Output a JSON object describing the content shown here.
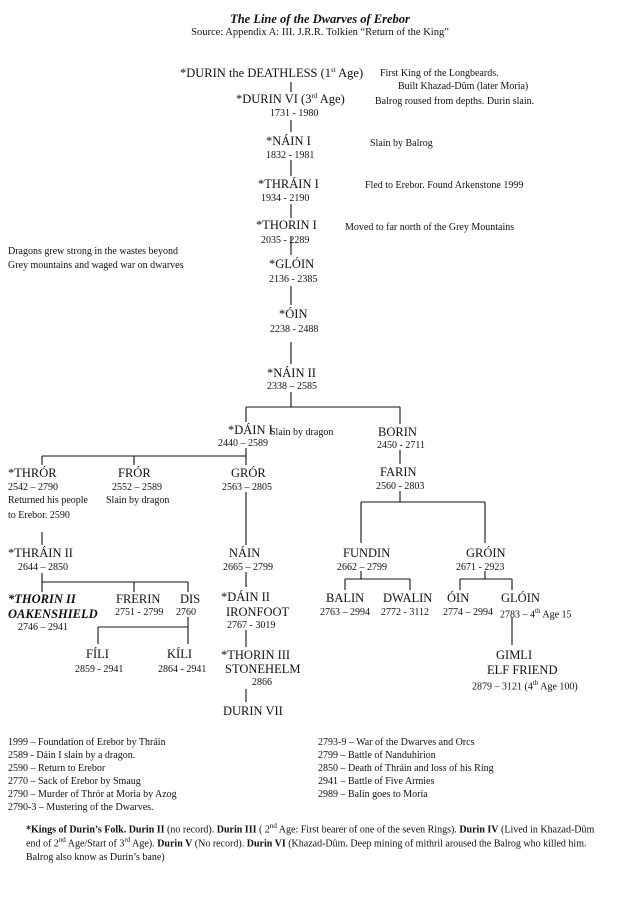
{
  "header": {
    "title": "The Line of the Dwarves of Erebor",
    "source": "Source: Appendix A: III. J.R.R. Tolkien “Return of the King”"
  },
  "durin_deathless": {
    "pre": "*DURIN the DEATHLESS (1",
    "sup": "st",
    "post": " Age)",
    "note1": "First King of the Longbeards.",
    "note2": "Built Khazad-Dûm (later Moria)"
  },
  "durin_vi": {
    "pre": "*DURIN VI (3",
    "sup": "rd",
    "post": "  Age)",
    "dates": "1731 - 1980",
    "note": "Balrog roused from depths. Durin slain."
  },
  "nain_i": {
    "name": "*NÁIN I",
    "dates": "1832 - 1981",
    "note": "Slain by Balrog"
  },
  "thrain_i": {
    "name": "*THRÁIN I",
    "dates": "1934 - 2190",
    "note": "Fled to Erebor. Found Arkenstone 1999"
  },
  "thorin_i": {
    "name": "*THORIN I",
    "dates": "2035 - 2289",
    "note": "Moved to far north of the Grey Mountains"
  },
  "dragons_note": {
    "line1": "Dragons grew strong in the wastes beyond",
    "line2": "Grey mountains and waged war on dwarves"
  },
  "gloin_a": {
    "name": "*GLÓIN",
    "dates": "2136 - 2385"
  },
  "oin_a": {
    "name": "*ÓIN",
    "dates": "2238 - 2488"
  },
  "nain_ii": {
    "name": "*NÁIN II",
    "dates": "2338 – 2585"
  },
  "dain_i": {
    "name": "*DÁIN I",
    "note": "Slain by dragon",
    "dates": "2440 – 2589"
  },
  "borin": {
    "name": "BORIN",
    "dates": "2450 - 2711"
  },
  "thror": {
    "name": "*THRÓR",
    "dates": "2542 – 2790",
    "note1": "Returned his people",
    "note2": "to Erebor. 2590"
  },
  "fror": {
    "name": "FRÓR",
    "dates": "2552 – 2589",
    "note": "Slain by dragon"
  },
  "gror": {
    "name": "GRÓR",
    "dates": "2563 – 2805"
  },
  "farin": {
    "name": "FARIN",
    "dates": "2560 - 2803"
  },
  "thrain_ii": {
    "name": "*THRÁIN II",
    "dates": "2644 – 2850"
  },
  "thorin_ii": {
    "line1": "*THORIN II",
    "line2": "OAKENSHIELD",
    "dates": "2746 – 2941"
  },
  "frerin": {
    "name": "FRERIN",
    "dates": "2751 - 2799"
  },
  "dis": {
    "name": "DIS",
    "dates": "2760"
  },
  "fili": {
    "name": "FÍLI",
    "dates": "2859 - 2941"
  },
  "kili": {
    "name": "KÍLI",
    "dates": "2864 - 2941"
  },
  "nain_b": {
    "name": "NÁIN",
    "dates": "2665 – 2799"
  },
  "dain_ii": {
    "line1": "*DÁIN II",
    "line2": "IRONFOOT",
    "dates": "2767 - 3019"
  },
  "thorin_iii": {
    "line1": "*THORIN III",
    "line2": "STONEHELM",
    "dates": "2866"
  },
  "durin_vii": {
    "name": "DURIN VII"
  },
  "fundin": {
    "name": "FUNDIN",
    "dates": "2662 – 2799"
  },
  "groin": {
    "name": "GRÓIN",
    "dates": "2671 - 2923"
  },
  "balin": {
    "name": "BALIN",
    "dates": "2763 – 2994"
  },
  "dwalin": {
    "name": "DWALIN",
    "dates": "2772 - 3112"
  },
  "oin_b": {
    "name": "ÓIN",
    "dates": "2774 – 2994"
  },
  "gloin_b": {
    "name": "GLÓIN",
    "dates_pre": "2783 – 4",
    "dates_sup": "th",
    "dates_post": " Age 15"
  },
  "gimli": {
    "line1": "GIMLI",
    "line2": "ELF FRIEND",
    "dates_pre": "2879 – 3121 (4",
    "dates_sup": "th",
    "dates_post": " Age 100)"
  },
  "events_left": [
    "1999 – Foundation of Erebor by Thráin",
    "2589 - Dáin I slain by a dragon.",
    "2590 – Return to Erebor",
    "2770 – Sack of Erebor by Smaug",
    "2790 – Murder of Thrór at Moria by Azog",
    "2790-3 – Mustering of the Dwarves."
  ],
  "events_right": [
    "2793-9 – War of the Dwarves and Orcs",
    "2799 – Battle of Nanduhirion",
    "2850 – Death of Thráin and loss of his Ring",
    "2941 – Battle of Five Armies",
    "2989 – Balin goes to Moria"
  ],
  "footnote": {
    "b1": "*Kings of Durin’s Folk. Durin II",
    "t1": " (no record). ",
    "b2": "Durin III",
    "t2a": " ( 2",
    "t2sup": "nd",
    "t2b": " Age: First bearer of one of the seven Rings). ",
    "b3": "Durin IV",
    "t3a": " (Lived in Khazad-Dûm end of 2",
    "t3sup": "nd",
    "t3b": " Age/Start of 3",
    "t3sup2": "rd",
    "t3c": " Age). ",
    "b4": "Durin V",
    "t4": " (No record). ",
    "b5": "Durin VI",
    "t5": " (Khazad-Dûm. Deep mining of mithril aroused the Balrog who killed him. Balrog also know as Durin’s bane)"
  }
}
